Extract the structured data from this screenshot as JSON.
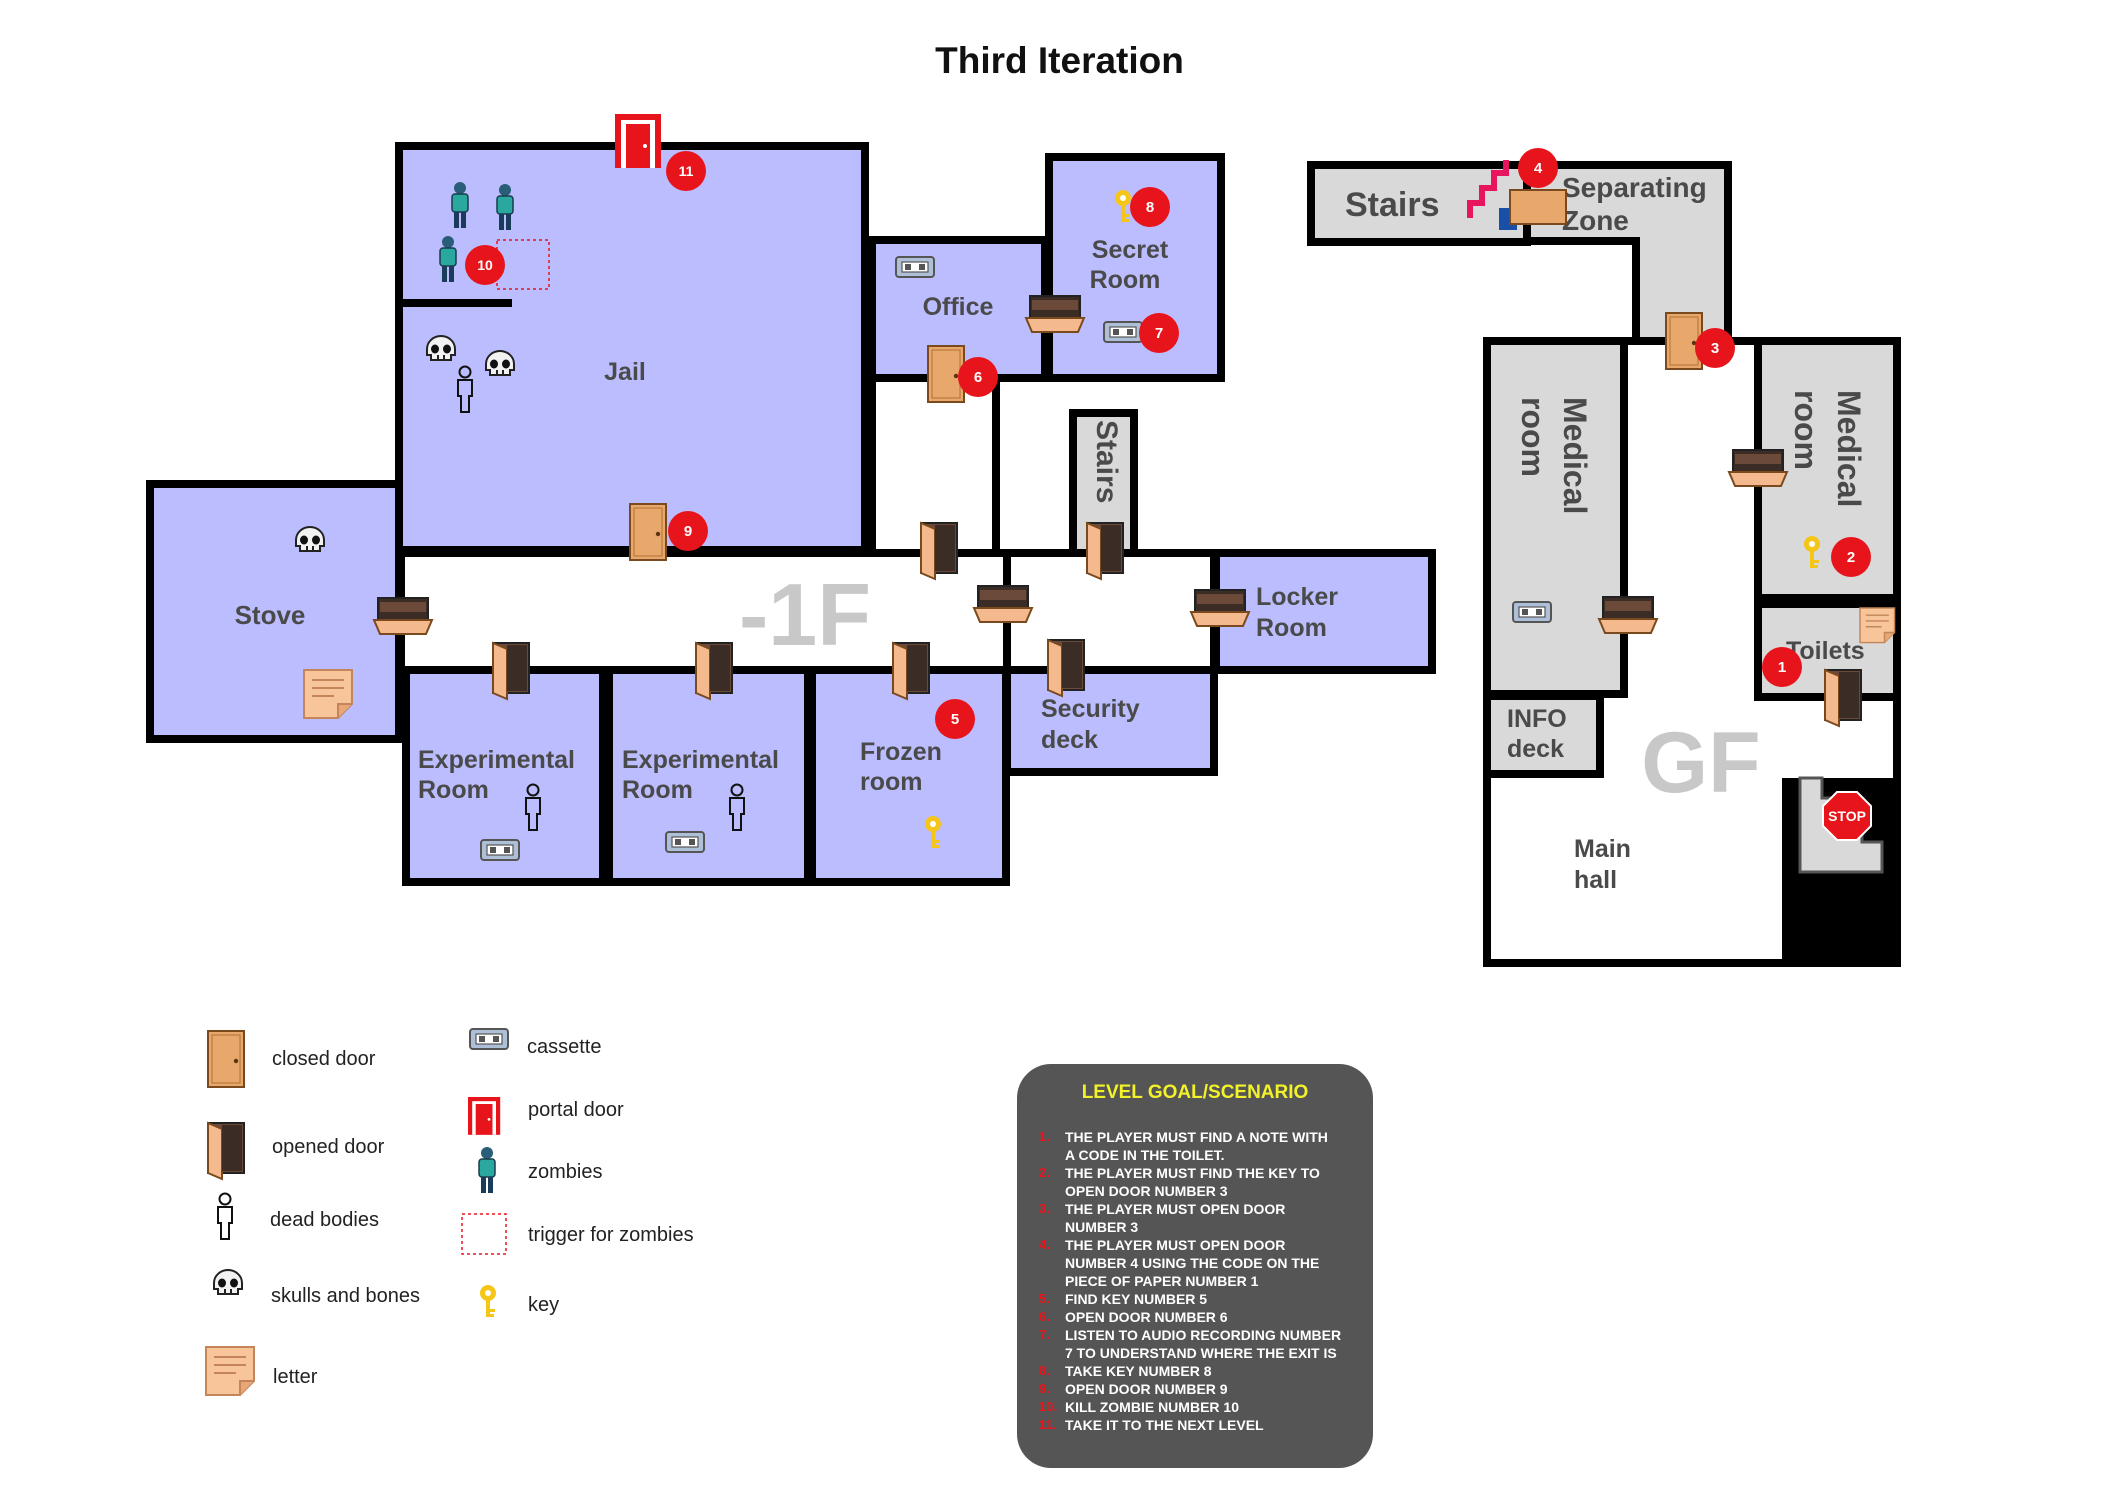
{
  "title": "Third Iteration",
  "floors": {
    "basement": "-1F",
    "ground": "GF"
  },
  "rooms": {
    "jail": "Jail",
    "office": "Office",
    "secret_room": [
      "Secret",
      "Room"
    ],
    "stove": "Stove",
    "stairs_basement": "Stairs",
    "locker_room": [
      "Locker",
      "Room"
    ],
    "experimental_room_1": [
      "Experimental",
      "Room"
    ],
    "experimental_room_2": [
      "Experimental",
      "Room"
    ],
    "frozen_room": [
      "Frozen",
      "room"
    ],
    "security_deck": [
      "Security",
      "deck"
    ],
    "stairs_ground": "Stairs",
    "separating_zone": [
      "Separating",
      "Zone"
    ],
    "medical_room_left": [
      "Medical",
      "room"
    ],
    "medical_room_right": [
      "Medical",
      "room"
    ],
    "toilets": "Toilets",
    "info_deck": [
      "INFO",
      "deck"
    ],
    "main_hall": [
      "Main",
      "hall"
    ]
  },
  "markers": [
    "1",
    "2",
    "3",
    "4",
    "5",
    "6",
    "7",
    "8",
    "9",
    "10",
    "11"
  ],
  "stop_sign": "STOP",
  "legend": [
    {
      "icon": "closed-door-icon",
      "label": "closed door"
    },
    {
      "icon": "opened-door-icon",
      "label": "opened door"
    },
    {
      "icon": "dead-body-icon",
      "label": "dead bodies"
    },
    {
      "icon": "skull-icon",
      "label": "skulls and bones"
    },
    {
      "icon": "letter-icon",
      "label": "letter"
    },
    {
      "icon": "cassette-icon",
      "label": "cassette"
    },
    {
      "icon": "portal-door-icon",
      "label": "portal door"
    },
    {
      "icon": "zombie-icon",
      "label": "zombies"
    },
    {
      "icon": "zombie-trigger-icon",
      "label": "trigger for zombies"
    },
    {
      "icon": "key-icon",
      "label": "key"
    }
  ],
  "goal": {
    "title": "LEVEL GOAL/SCENARIO",
    "steps": [
      [
        "THE PLAYER MUST FIND A NOTE WITH",
        "A CODE IN THE TOILET."
      ],
      [
        "THE PLAYER MUST FIND THE KEY TO",
        "OPEN DOOR NUMBER 3"
      ],
      [
        "THE PLAYER MUST OPEN DOOR",
        "NUMBER 3"
      ],
      [
        "THE PLAYER MUST OPEN DOOR",
        "NUMBER 4 USING THE CODE ON THE",
        "PIECE OF PAPER NUMBER 1"
      ],
      [
        "FIND KEY NUMBER 5"
      ],
      [
        "OPEN DOOR NUMBER 6"
      ],
      [
        "LISTEN TO AUDIO RECORDING NUMBER",
        "7 TO UNDERSTAND WHERE THE EXIT IS"
      ],
      [
        "TAKE KEY NUMBER 8"
      ],
      [
        "OPEN DOOR NUMBER 9"
      ],
      [
        "KILL ZOMBIE NUMBER 10"
      ],
      [
        "TAKE IT TO THE NEXT LEVEL"
      ]
    ]
  },
  "colors": {
    "room_fill": "#bbbdff",
    "ground_room_fill": "#d9d9d9",
    "wall": "#000000",
    "marker": "#e8141b",
    "door": "#e8a76b",
    "label_text": "#4a4a4a",
    "floor_label": "#c8c8c8",
    "goal_box": "#555555",
    "goal_title": "#f3f22a"
  }
}
